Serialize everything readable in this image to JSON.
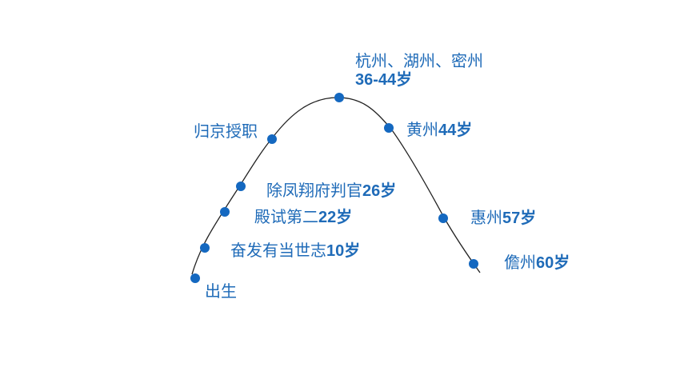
{
  "colors": {
    "curve": "#222222",
    "dot": "#1468c0",
    "text": "#1f6bb8"
  },
  "milestones": [
    {
      "text": "出生",
      "age": ""
    },
    {
      "text": "奋发有当世志",
      "age": "10岁"
    },
    {
      "text": "殿试第二",
      "age": "22岁"
    },
    {
      "text": "除凤翔府判官",
      "age": "26岁"
    },
    {
      "text": "归京授职",
      "age": ""
    },
    {
      "text": "杭州、湖州、密州",
      "age": "36-44岁"
    },
    {
      "text": "黄州",
      "age": "44岁"
    },
    {
      "text": "惠州",
      "age": "57岁"
    },
    {
      "text": "儋州",
      "age": "60岁"
    }
  ]
}
